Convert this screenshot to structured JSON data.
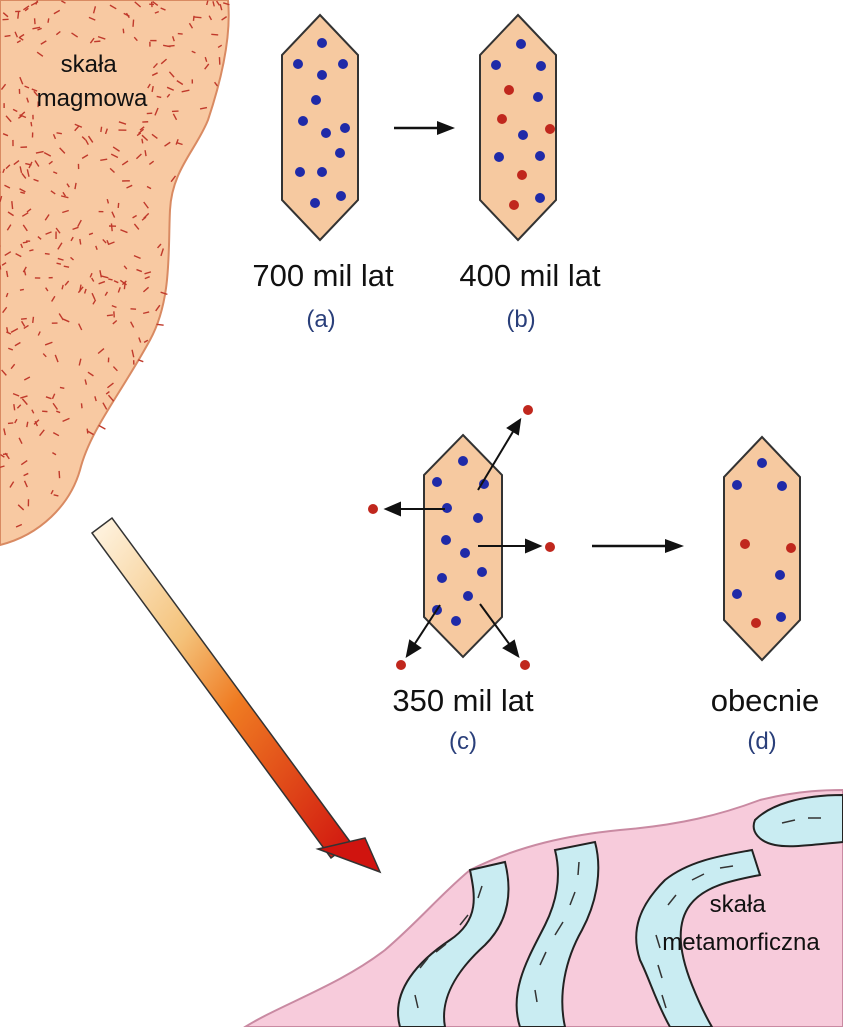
{
  "labels": {
    "igneous_rock": [
      "skała",
      "magmowa"
    ],
    "metamorphic_rock": [
      "skała",
      "metamorficzna"
    ]
  },
  "stages": [
    {
      "age": "700 mil lat",
      "letter": "(a)"
    },
    {
      "age": "400 mil lat",
      "letter": "(b)"
    },
    {
      "age": "350 mil lat",
      "letter": "(c)"
    },
    {
      "age": "obecnie",
      "letter": "(d)"
    }
  ],
  "colors": {
    "crystal_fill": "#f6c9a0",
    "igneous_fill": "#f8c9a2",
    "igneous_speckle": "#c0392b",
    "metamorphic_fill": "#f7cbdb",
    "metamorphic_band": "#c9ecf2",
    "parent_atom": "#1f2aa8",
    "daughter_atom": "#c0271d",
    "arrow": "#111111"
  }
}
